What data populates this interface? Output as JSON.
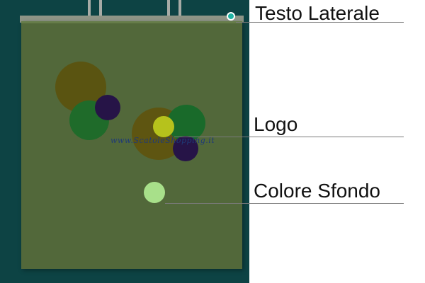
{
  "product": {
    "brand_wordmark": "www.ScatoleShopping.it"
  },
  "annotations": [
    {
      "label": "Testo Laterale",
      "target": "side-text"
    },
    {
      "label": "Logo",
      "target": "logo"
    },
    {
      "label": "Colore Sfondo",
      "target": "background-color"
    }
  ],
  "colors": {
    "scene_background": "#0d4344",
    "bag": "#52683a",
    "hotspot_side_text": "#1fb3a3",
    "hotspot_background_color": "#a8e08a",
    "callout_line": "#7a7a7a"
  }
}
